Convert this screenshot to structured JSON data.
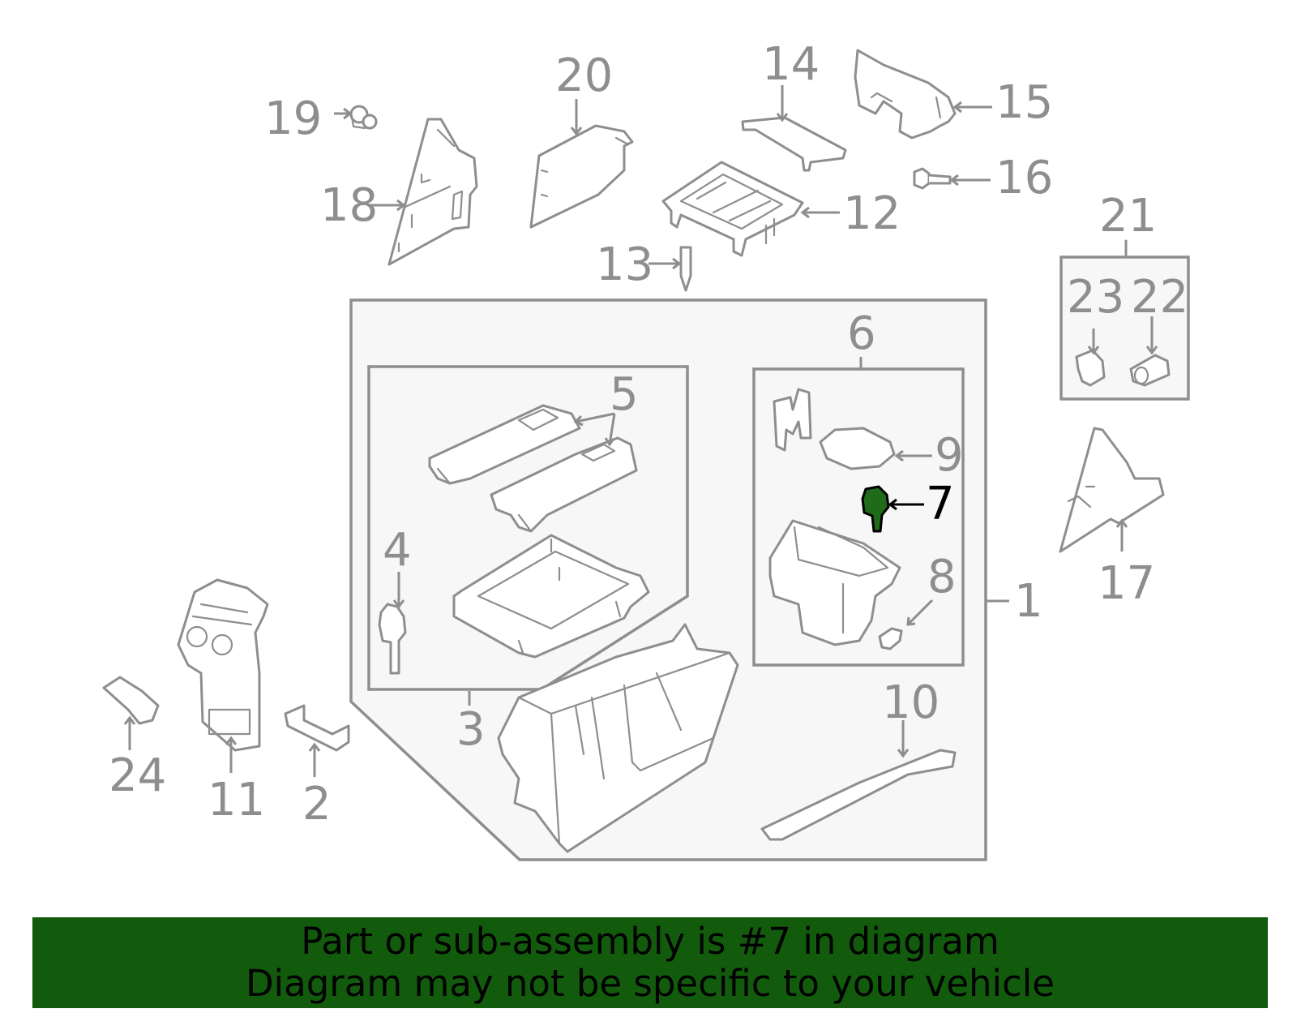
{
  "diagram": {
    "highlighted_part": "7",
    "highlight_color": "#125b0d",
    "line_color": "#8e8e8e",
    "callouts": {
      "c1": "1",
      "c2": "2",
      "c3": "3",
      "c4": "4",
      "c5": "5",
      "c6": "6",
      "c7": "7",
      "c8": "8",
      "c9": "9",
      "c10": "10",
      "c11": "11",
      "c12": "12",
      "c13": "13",
      "c14": "14",
      "c15": "15",
      "c16": "16",
      "c17": "17",
      "c18": "18",
      "c19": "19",
      "c20": "20",
      "c21": "21",
      "c22": "22",
      "c23": "23",
      "c24": "24"
    }
  },
  "banner": {
    "line1": "Part or sub-assembly is #7 in diagram",
    "line2": "Diagram may not be specific to your vehicle",
    "background": "#125b0d"
  }
}
